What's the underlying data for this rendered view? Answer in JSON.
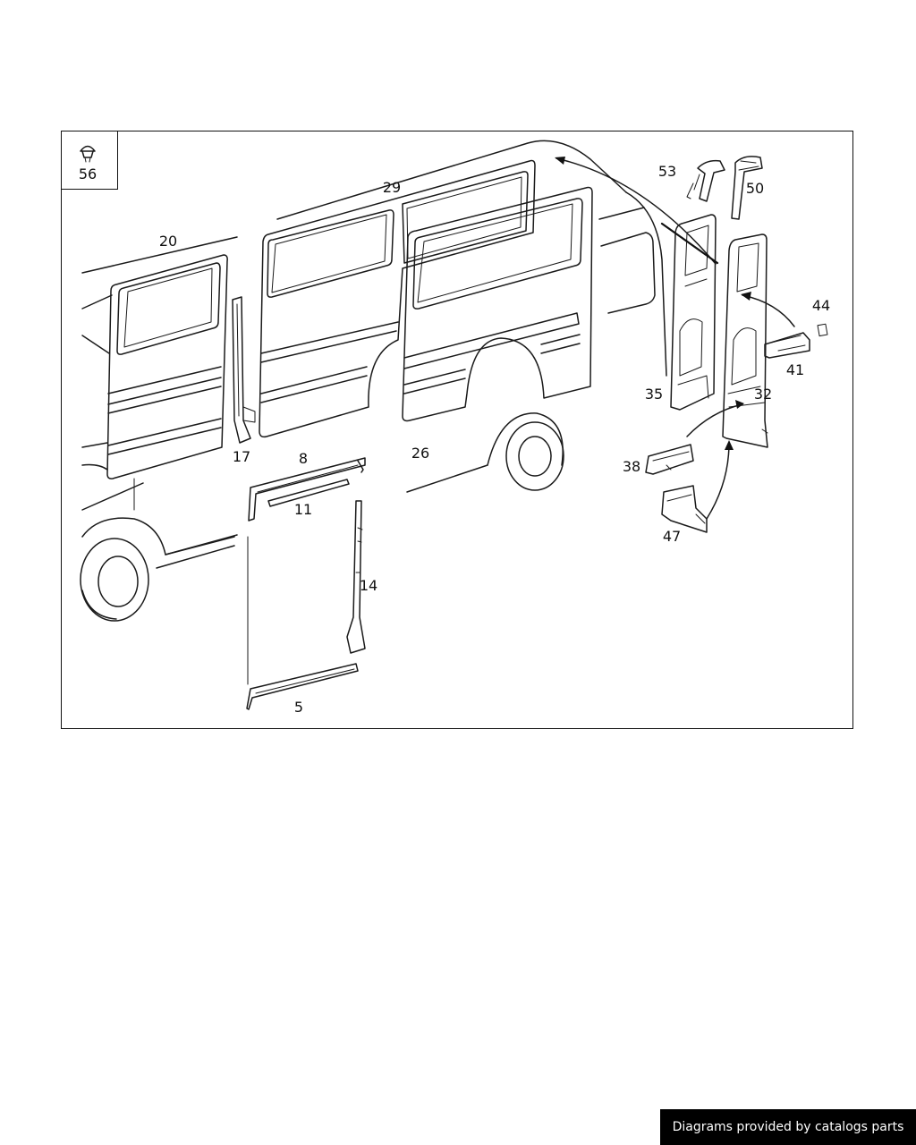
{
  "diagram": {
    "inset_part": "56",
    "callouts": {
      "p20": "20",
      "p29": "29",
      "p26": "26",
      "p17": "17",
      "p8": "8",
      "p11": "11",
      "p14": "14",
      "p5": "5",
      "p53": "53",
      "p50": "50",
      "p44": "44",
      "p41": "41",
      "p35": "35",
      "p32": "32",
      "p38": "38",
      "p47": "47"
    }
  },
  "footer": {
    "credit": "Diagrams provided by catalogs parts"
  },
  "colors": {
    "line": "#1a1a1a",
    "badge_background": "#000000",
    "badge_text": "#ffffff"
  }
}
